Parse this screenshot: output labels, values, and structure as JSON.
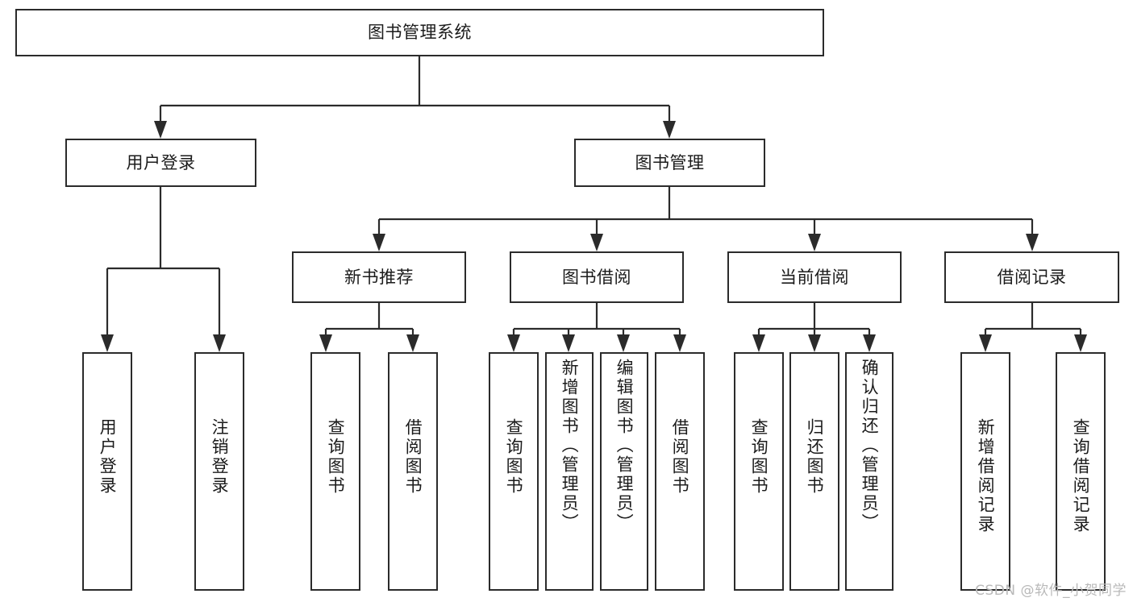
{
  "diagram": {
    "title": "图书管理系统",
    "type": "tree",
    "watermark": "CSDN @软件_小贺同学",
    "accent_color": "#2b2b2b",
    "background_color": "#ffffff"
  },
  "root": {
    "label": "图书管理系统"
  },
  "level1": [
    {
      "label": "用户登录"
    },
    {
      "label": "图书管理"
    }
  ],
  "level2": [
    {
      "label": "新书推荐"
    },
    {
      "label": "图书借阅"
    },
    {
      "label": "当前借阅"
    },
    {
      "label": "借阅记录"
    }
  ],
  "leaves": {
    "user_login": [
      {
        "label": "用户登录"
      },
      {
        "label": "注销登录"
      }
    ],
    "new_book_recommend": [
      {
        "label": "查询图书"
      },
      {
        "label": "借阅图书"
      }
    ],
    "book_borrow": [
      {
        "label": "查询图书"
      },
      {
        "label": "新增图书（管理员）"
      },
      {
        "label": "编辑图书（管理员）"
      },
      {
        "label": "借阅图书"
      }
    ],
    "current_borrow": [
      {
        "label": "查询图书"
      },
      {
        "label": "归还图书"
      },
      {
        "label": "确认归还（管理员）"
      }
    ],
    "borrow_record": [
      {
        "label": "新增借阅记录"
      },
      {
        "label": "查询借阅记录"
      }
    ]
  }
}
